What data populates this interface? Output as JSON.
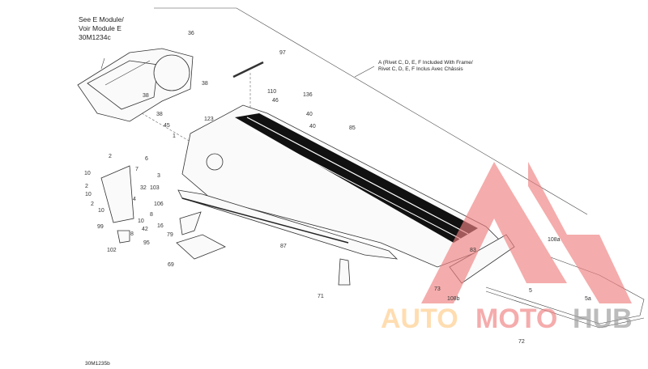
{
  "notes": {
    "module_ref": [
      "See E Module/",
      "Voir Module E",
      "30M1234c"
    ],
    "rivet_note": [
      "A (Rivet C, D, E, F Included With Frame/",
      "Rivet C, D, E, F Inclus Avec Châssis"
    ],
    "figure_id": "30M1235b"
  },
  "callouts": [
    "36",
    "97",
    "38",
    "110",
    "136",
    "46",
    "38",
    "38",
    "123",
    "40",
    "40",
    "85",
    "45",
    "1",
    "2",
    "6",
    "7",
    "10",
    "3",
    "2",
    "32",
    "103",
    "10",
    "4",
    "2",
    "10",
    "106",
    "8",
    "10",
    "99",
    "16",
    "79",
    "42",
    "8",
    "95",
    "87",
    "102",
    "69",
    "71",
    "83",
    "108a",
    "73",
    "108b",
    "5",
    "5a",
    "72"
  ],
  "watermark": {
    "text": "AUTOMOTOHUB",
    "colors": {
      "auto": "#ffcc88",
      "moto": "#f08080",
      "hub": "#a0a0a0",
      "triangle": "#f08080"
    }
  }
}
